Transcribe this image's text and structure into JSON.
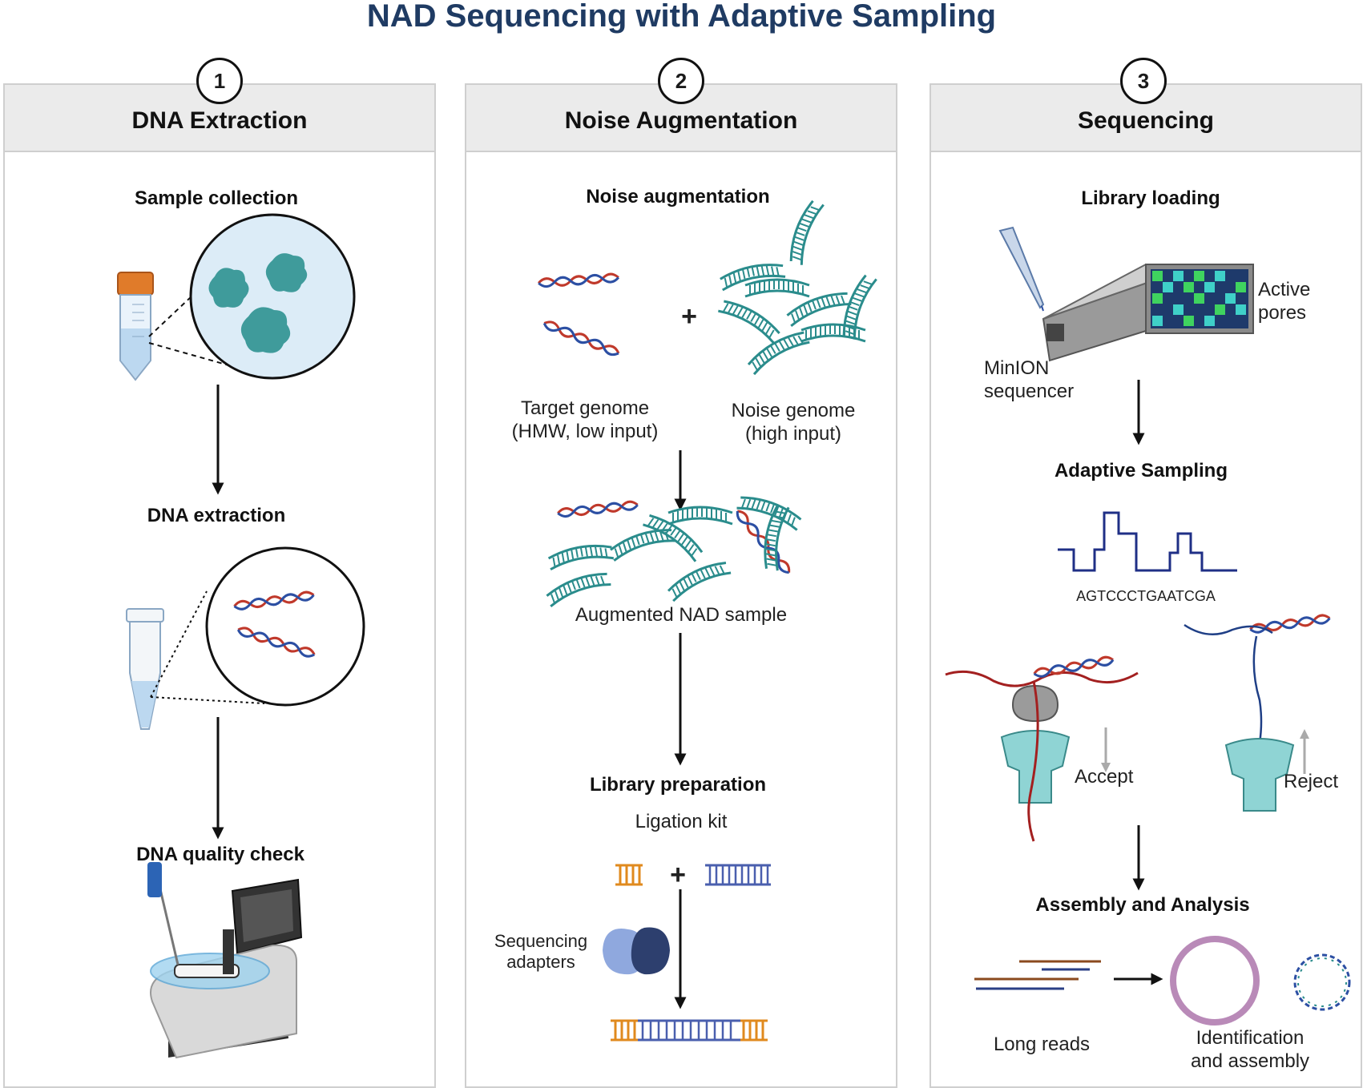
{
  "title": "NAD Sequencing with Adaptive Sampling",
  "panels": [
    {
      "number": "1",
      "title": "DNA Extraction",
      "steps": [
        "Sample collection",
        "DNA extraction",
        "DNA quality check"
      ]
    },
    {
      "number": "2",
      "title": "Noise Augmentation",
      "heading": "Noise augmentation",
      "plus1": "+",
      "target_genome": [
        "Target genome",
        "(HMW, low input)"
      ],
      "noise_genome": [
        "Noise genome",
        "(high input)"
      ],
      "augmented": "Augmented NAD sample",
      "library_prep": "Library preparation",
      "ligation_kit": "Ligation kit",
      "plus2": "+",
      "adapters": [
        "Sequencing",
        "adapters"
      ]
    },
    {
      "number": "3",
      "title": "Sequencing",
      "library_loading": "Library loading",
      "active_pores": [
        "Active",
        "pores"
      ],
      "minion": [
        "MinION",
        "sequencer"
      ],
      "adaptive_sampling": "Adaptive Sampling",
      "sequence": "AGTCCCTGAATCGA",
      "accept": "Accept",
      "reject": "Reject",
      "assembly": "Assembly and Analysis",
      "long_reads": "Long reads",
      "identification": [
        "Identification",
        "and assembly"
      ]
    }
  ],
  "colors": {
    "title": "#1f3b63",
    "dna_red": "#c0392b",
    "dna_blue": "#2c4fa3",
    "teal": "#3aa0a0",
    "orange": "#e08a1e",
    "adapter_blue": "#4a5fae",
    "pore_teal": "#7fcfcf",
    "circle_purple": "#b98ab8"
  }
}
